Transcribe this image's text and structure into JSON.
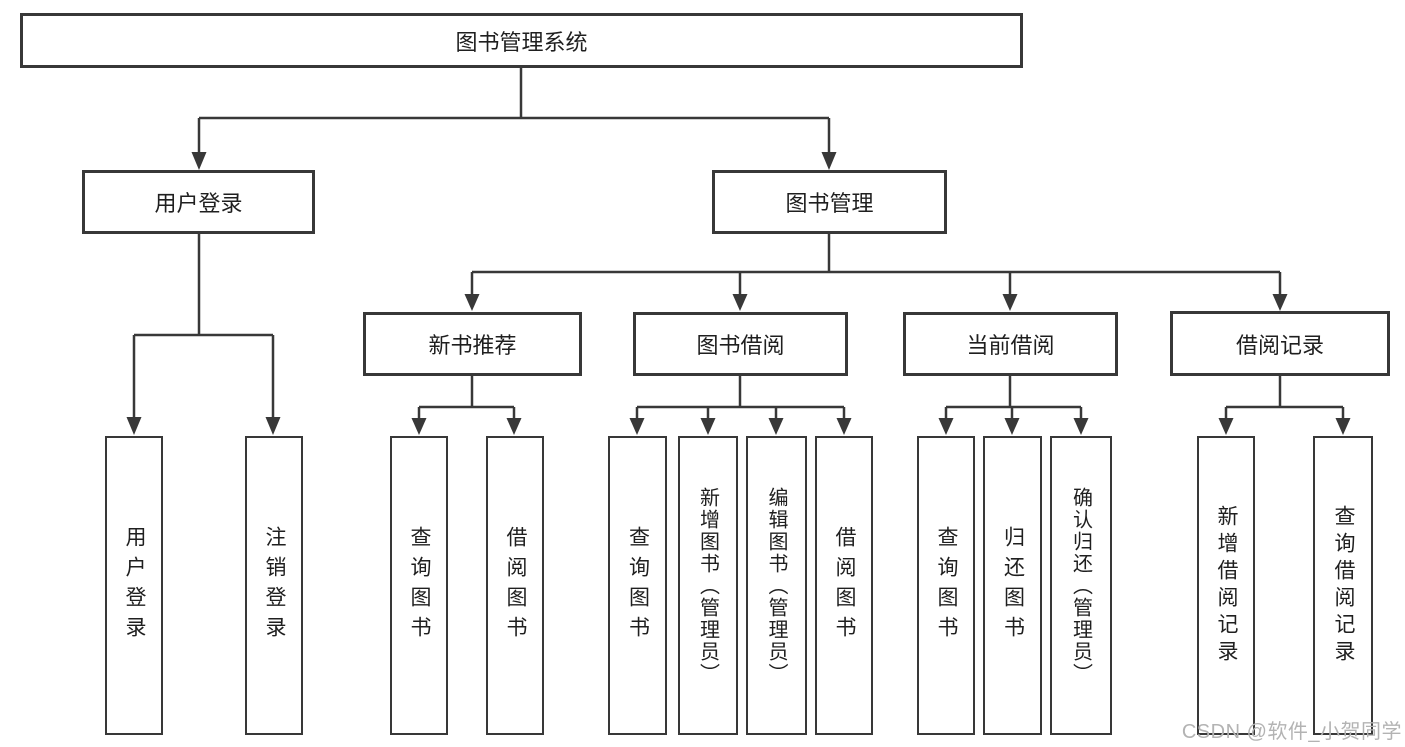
{
  "tree": {
    "label": "图书管理系统",
    "children": [
      {
        "label": "用户登录",
        "children": [
          {
            "label": "用户登录"
          },
          {
            "label": "注销登录"
          }
        ]
      },
      {
        "label": "图书管理",
        "children": [
          {
            "label": "新书推荐",
            "children": [
              {
                "label": "查询图书"
              },
              {
                "label": "借阅图书"
              }
            ]
          },
          {
            "label": "图书借阅",
            "children": [
              {
                "label": "查询图书"
              },
              {
                "label": "新增图书（管理员）"
              },
              {
                "label": "编辑图书（管理员）"
              },
              {
                "label": "借阅图书"
              }
            ]
          },
          {
            "label": "当前借阅",
            "children": [
              {
                "label": "查询图书"
              },
              {
                "label": "归还图书"
              },
              {
                "label": "确认归还（管理员）"
              }
            ]
          },
          {
            "label": "借阅记录",
            "children": [
              {
                "label": "新增借阅记录"
              },
              {
                "label": "查询借阅记录"
              }
            ]
          }
        ]
      }
    ]
  },
  "watermark": "CSDN @软件_小贺同学",
  "colors": {
    "line": "#383838",
    "text": "#1f1f1f",
    "background": "#ffffff",
    "watermark": "#b3b3b3"
  }
}
